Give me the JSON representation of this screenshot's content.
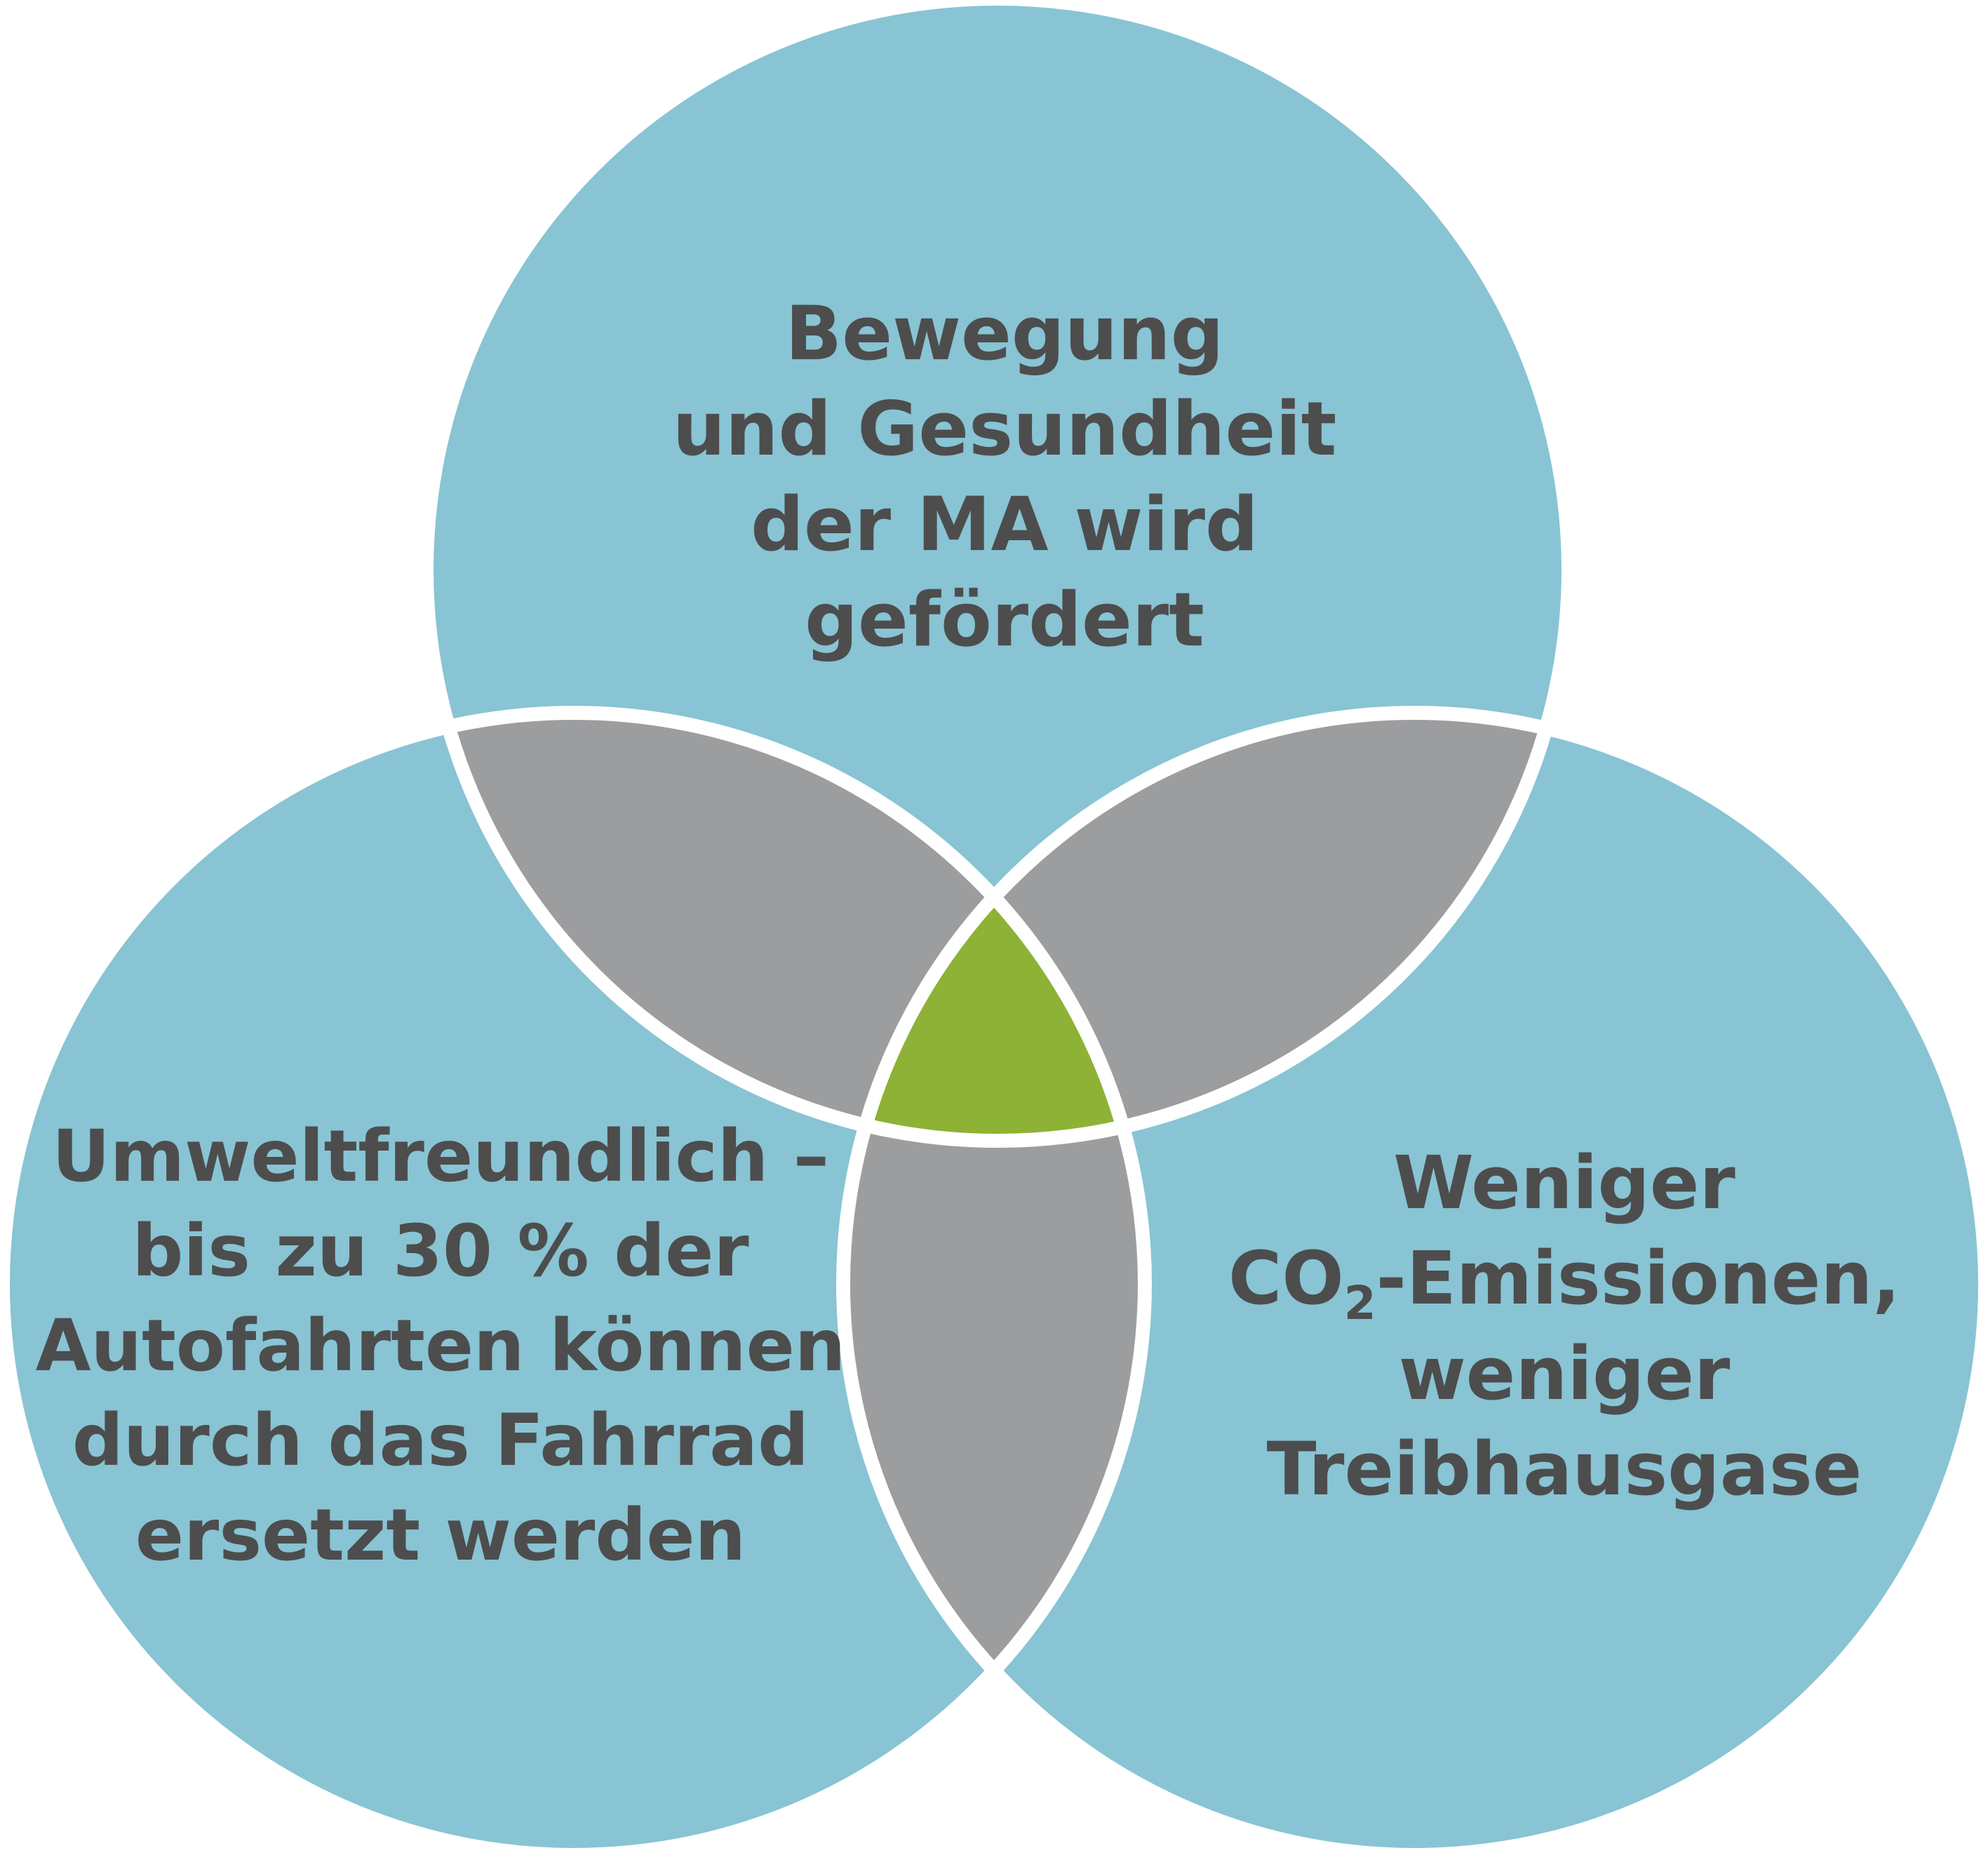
{
  "colors": {
    "circle": "#88c4d4",
    "pair_overlap": "#9c9d9f",
    "center_overlap": "#8db236",
    "outline": "#ffffff",
    "text": "#4d4d4d"
  },
  "circles": [
    {
      "id": "top",
      "lines": [
        "Bewegung",
        "und Gesundheit",
        "der MA wird",
        "gefördert"
      ]
    },
    {
      "id": "left",
      "lines": [
        "Umweltfreundlich –",
        "bis zu 30 % der",
        "Autofahrten können",
        "durch das Fahrrad",
        "ersetzt werden"
      ]
    },
    {
      "id": "right",
      "line1": "Weniger",
      "line2_pre": "CO",
      "line2_sub": "2",
      "line2_post": "-Emissionen,",
      "line3": "weniger",
      "line4": "Treibhausgase"
    }
  ]
}
